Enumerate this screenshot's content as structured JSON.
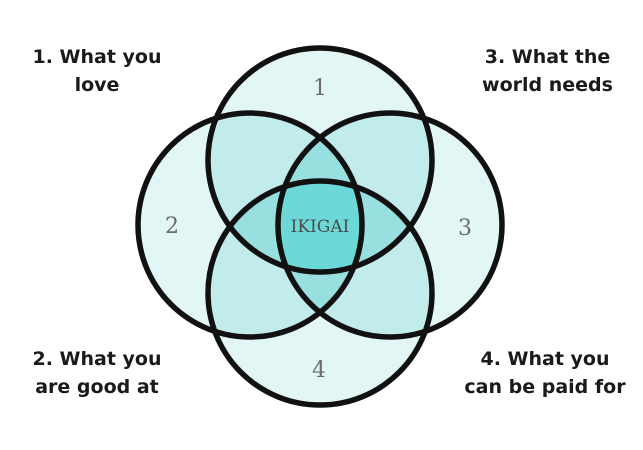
{
  "labels": {
    "top_left": {
      "line1": "1. What you",
      "line2": "love"
    },
    "top_right": {
      "line1": "3. What the",
      "line2": "world needs"
    },
    "bottom_left": {
      "line1": "2. What you",
      "line2": "are good at"
    },
    "bottom_right": {
      "line1": "4. What you",
      "line2": "can be paid for"
    }
  },
  "circles": {
    "c1": "1",
    "c2": "2",
    "c3": "3",
    "c4": "4"
  },
  "center": "IKIGAI",
  "colors": {
    "single": "#e2f6f6",
    "double": "#c2ecec",
    "triple": "#98e0e0",
    "center": "#6cd8d8",
    "stroke": "#111111"
  }
}
